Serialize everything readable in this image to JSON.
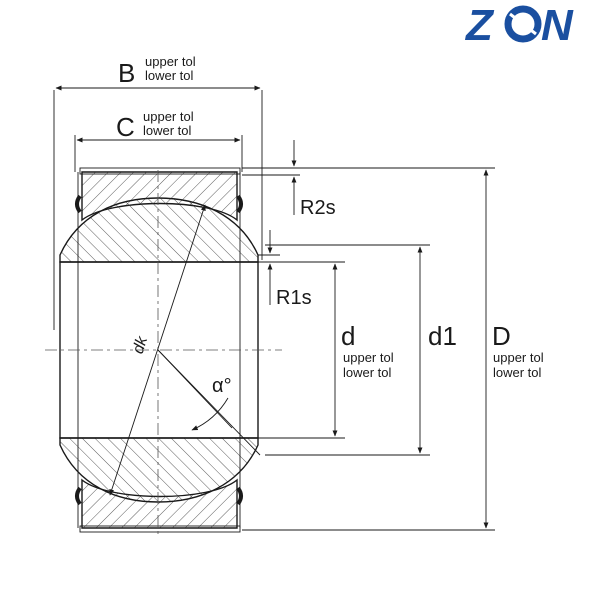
{
  "logo": {
    "text_left": "Z",
    "text_right": "N",
    "brand_color": "#1a4fa0",
    "ring_color": "#1a4fa0"
  },
  "dimensions": {
    "B": {
      "symbol": "B",
      "upper": "upper tol",
      "lower": "lower tol"
    },
    "C": {
      "symbol": "C",
      "upper": "upper tol",
      "lower": "lower tol"
    },
    "R2s": "R2s",
    "R1s": "R1s",
    "d": {
      "symbol": "d",
      "upper": "upper tol",
      "lower": "lower tol"
    },
    "d1": "d1",
    "D": {
      "symbol": "D",
      "upper": "upper tol",
      "lower": "lower tol"
    },
    "dk": "dk",
    "alpha": "α°"
  },
  "colors": {
    "line": "#1a1a1a",
    "hatch": "#333333",
    "background": "#ffffff"
  }
}
